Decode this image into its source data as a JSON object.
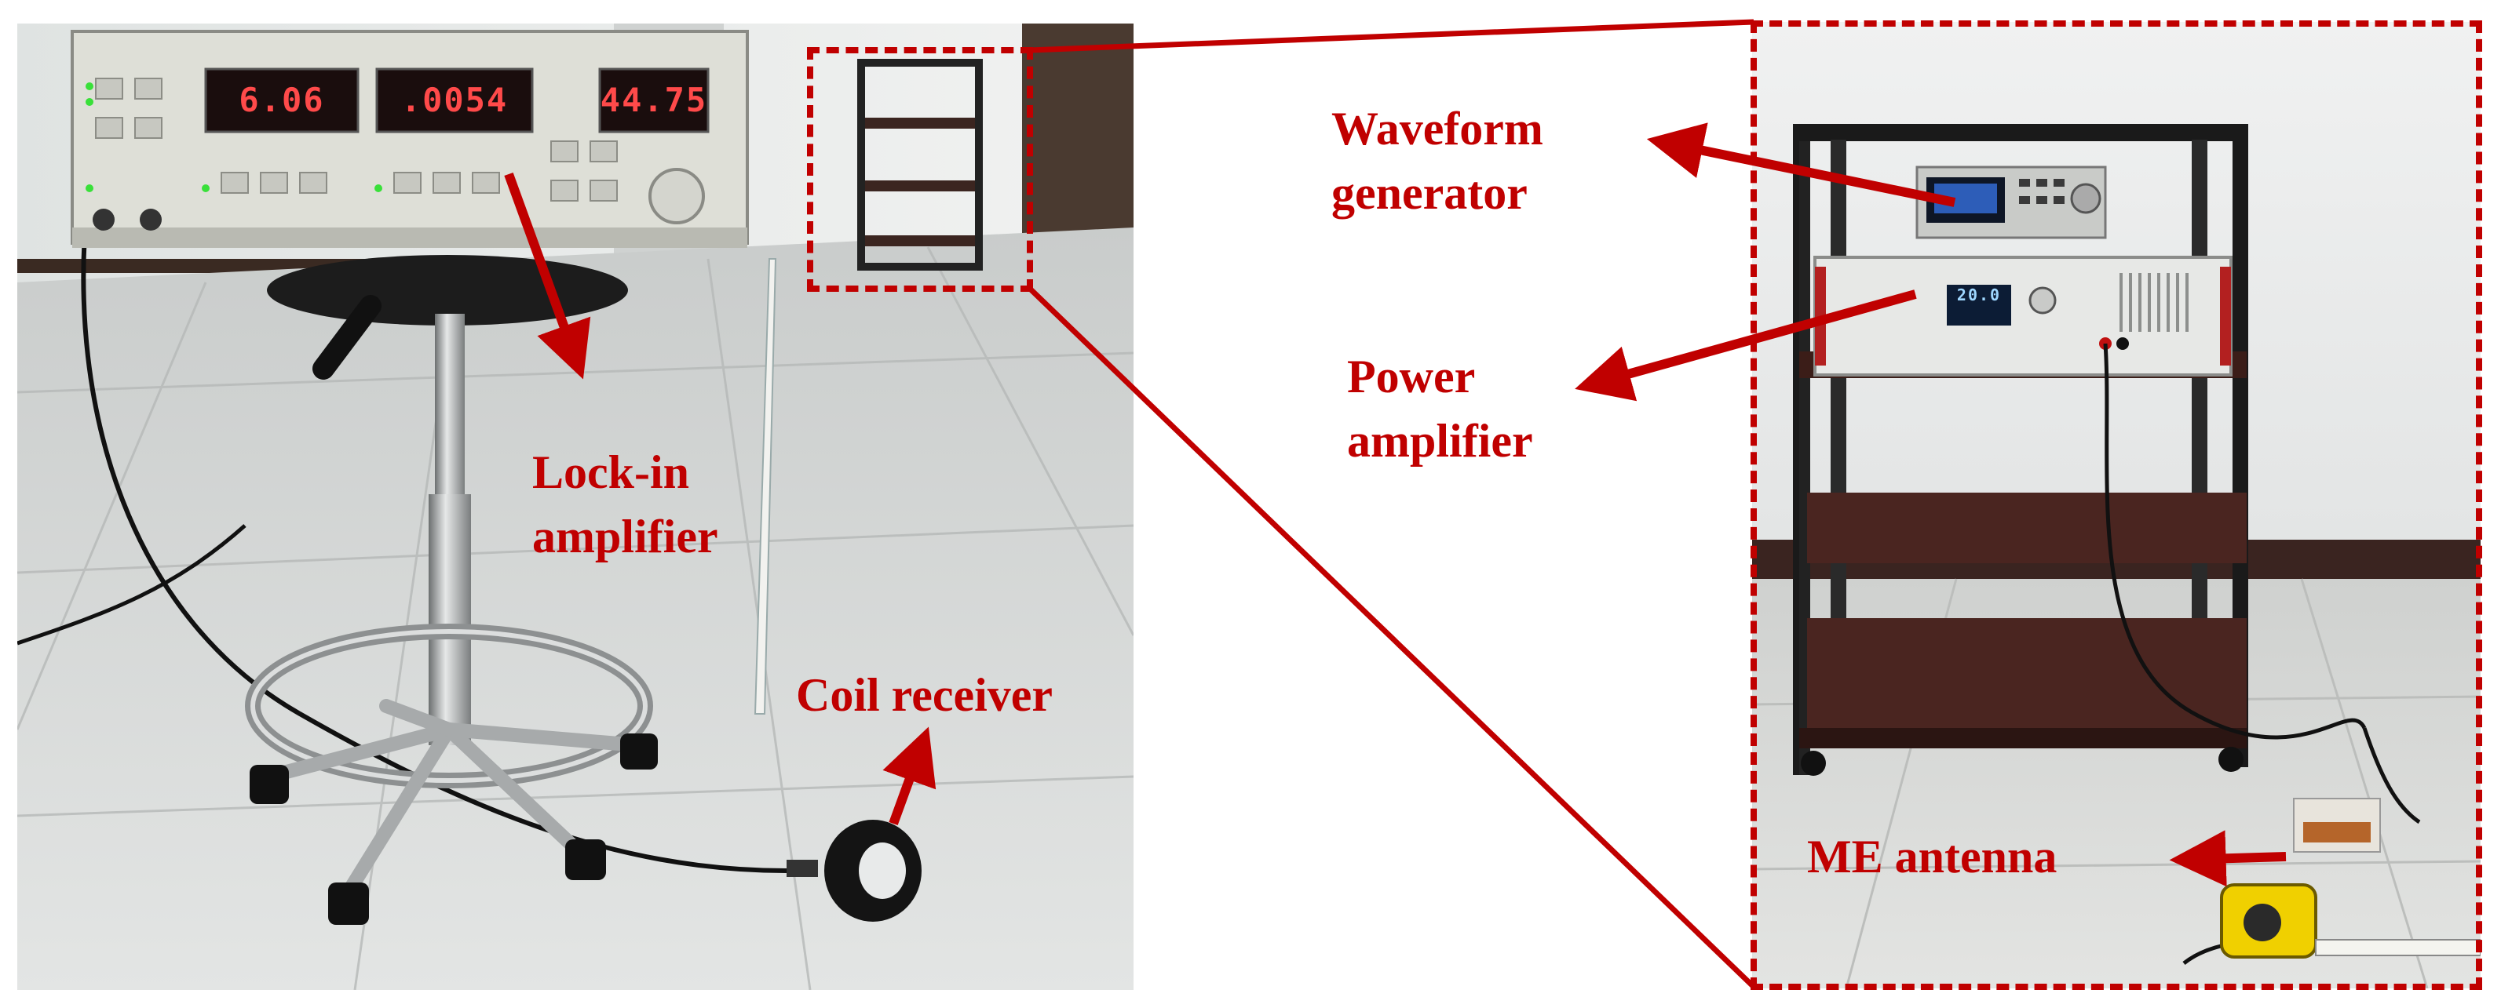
{
  "labels": {
    "waveform_generator": [
      "Waveform",
      "generator"
    ],
    "power_amplifier": [
      "Power",
      "amplifier"
    ],
    "lock_in_amplifier": [
      "Lock-in",
      "amplifier"
    ],
    "coil_receiver": "Coil receiver",
    "me_antenna": "ME antenna"
  },
  "lock_in_display": {
    "reading_1": "6.06",
    "reading_2": ".0054",
    "reading_3": "44.75"
  },
  "power_amplifier_display": "20.0",
  "colors": {
    "annotation": "#c00000",
    "lcd_digits": "#ff4a4a"
  }
}
